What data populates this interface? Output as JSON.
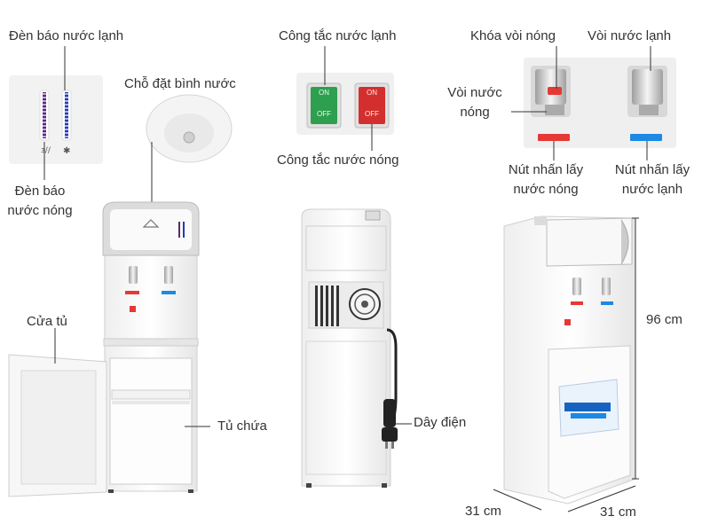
{
  "labels": {
    "cold_indicator": "Đèn báo nước lạnh",
    "bottle_seat": "Chỗ đặt bình nước",
    "cold_switch": "Công tắc nước lạnh",
    "hot_switch": "Công tắc nước nóng",
    "hot_indicator_line1": "Đèn báo",
    "hot_indicator_line2": "nước nóng",
    "cabinet_door": "Cửa tủ",
    "storage_cabinet": "Tủ chứa",
    "power_cord": "Dây điện",
    "hot_tap_lock": "Khóa vòi nóng",
    "cold_tap": "Vòi nước lạnh",
    "hot_tap_line1": "Vòi nước",
    "hot_tap_line2": "nóng",
    "hot_button_line1": "Nút nhấn lấy",
    "hot_button_line2": "nước nóng",
    "cold_button_line1": "Nút nhấn lấy",
    "cold_button_line2": "nước lạnh"
  },
  "switches": {
    "on": "ON",
    "off": "OFF"
  },
  "dimensions": {
    "height": "96 cm",
    "depth": "31 cm",
    "width": "31 cm"
  },
  "colors": {
    "hot": "#e53935",
    "cold": "#1e88e5",
    "switch_green": "#2e9e4f",
    "switch_red": "#d32f2f"
  }
}
